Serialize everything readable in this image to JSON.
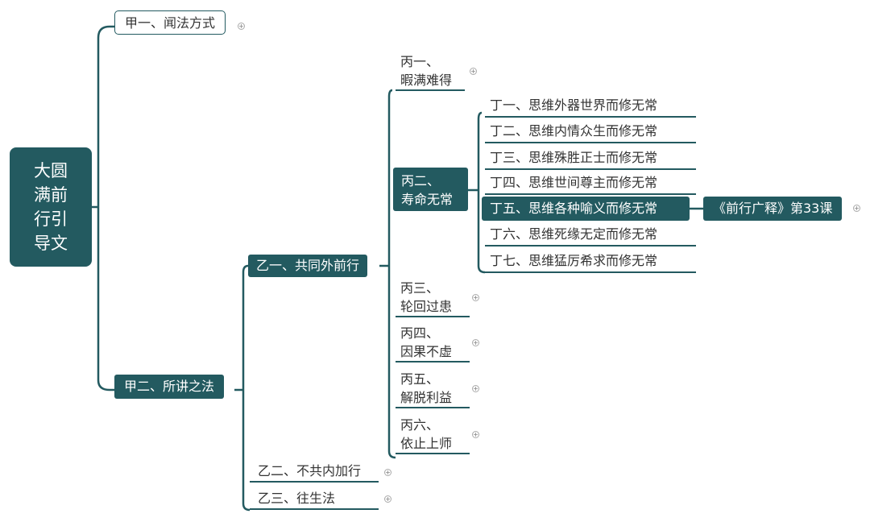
{
  "root": {
    "label": "大圆满前行引导文"
  },
  "jia": [
    {
      "label": "甲一、闻法方式",
      "collapsed": true
    },
    {
      "label": "甲二、所讲之法"
    }
  ],
  "yi": [
    {
      "label": "乙一、共同外前行"
    },
    {
      "label": "乙二、不共内加行",
      "collapsed": true
    },
    {
      "label": "乙三、往生法",
      "collapsed": true
    }
  ],
  "bing": [
    {
      "line1": "丙一、",
      "line2": "暇满难得",
      "collapsed": true
    },
    {
      "line1": "丙二、",
      "line2": "寿命无常"
    },
    {
      "line1": "丙三、",
      "line2": "轮回过患",
      "collapsed": true
    },
    {
      "line1": "丙四、",
      "line2": "因果不虚",
      "collapsed": true
    },
    {
      "line1": "丙五、",
      "line2": "解脱利益",
      "collapsed": true
    },
    {
      "line1": "丙六、",
      "line2": "依止上师",
      "collapsed": true
    }
  ],
  "ding": [
    {
      "label": "丁一、思维外器世界而修无常"
    },
    {
      "label": "丁二、思维内情众生而修无常"
    },
    {
      "label": "丁三、思维殊胜正士而修无常"
    },
    {
      "label": "丁四、思维世间尊主而修无常"
    },
    {
      "label": "丁五、思维各种喻义而修无常"
    },
    {
      "label": "丁六、思维死缘无定而修无常"
    },
    {
      "label": "丁七、思维猛厉希求而修无常"
    }
  ],
  "reference": {
    "label": "《前行广释》第33课",
    "collapsed": true
  },
  "colors": {
    "accent": "#235a60",
    "text": "#333333",
    "background": "#ffffff"
  },
  "icons": {
    "expander": "circle-plus-icon"
  }
}
